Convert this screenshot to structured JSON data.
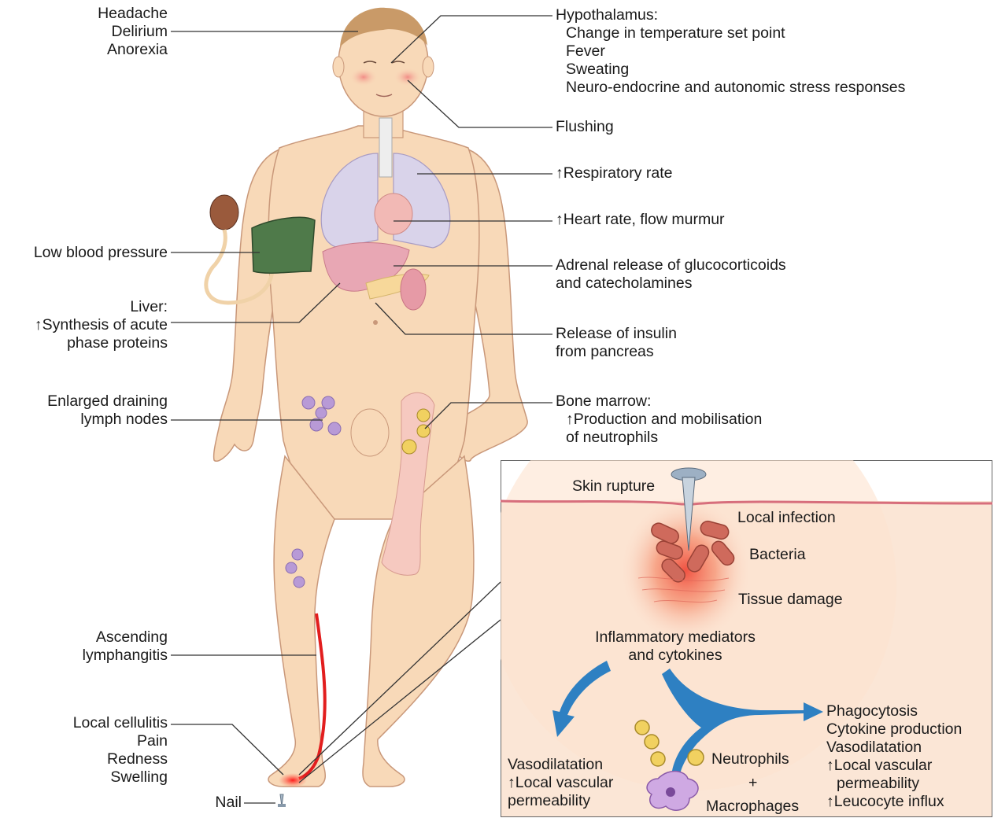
{
  "left_labels": {
    "brain_symptoms": [
      "Headache",
      "Delirium",
      "Anorexia"
    ],
    "blood_pressure": "Low blood pressure",
    "liver": [
      "Liver:",
      "↑Synthesis of acute",
      "phase proteins"
    ],
    "lymph_nodes": [
      "Enlarged draining",
      "lymph nodes"
    ],
    "lymphangitis": [
      "Ascending",
      "lymphangitis"
    ],
    "cellulitis": [
      "Local cellulitis",
      "Pain",
      "Redness",
      "Swelling"
    ],
    "nail": "Nail"
  },
  "right_labels": {
    "hypothalamus": [
      "Hypothalamus:",
      "Change in temperature set point",
      "Fever",
      "Sweating",
      "Neuro-endocrine and autonomic stress responses"
    ],
    "flushing": "Flushing",
    "respiratory": "↑Respiratory rate",
    "heart": "↑Heart rate, flow murmur",
    "adrenal": [
      "Adrenal release of glucocorticoids",
      "and catecholamines"
    ],
    "insulin": [
      "Release of insulin",
      "from pancreas"
    ],
    "bone_marrow": [
      "Bone marrow:",
      "↑Production and mobilisation",
      "of neutrophils"
    ]
  },
  "inset": {
    "skin_rupture": "Skin rupture",
    "local_infection": "Local infection",
    "bacteria": "Bacteria",
    "tissue_damage": "Tissue damage",
    "mediators": [
      "Inflammatory mediators",
      "and cytokines"
    ],
    "left_effects": [
      "Vasodilatation",
      "↑Local vascular",
      "permeability"
    ],
    "right_effects": [
      "Phagocytosis",
      "Cytokine production",
      "Vasodilatation",
      "↑Local vascular",
      "permeability",
      "↑Leucocyte influx"
    ],
    "neutrophils": "Neutrophils",
    "plus": "+",
    "macrophages": "Macrophages"
  },
  "colors": {
    "skin": "#f8d9b8",
    "skin_outline": "#c9987a",
    "lung": "#d9d3ea",
    "liver": "#e8a7b4",
    "cuff": "#4f7a4a",
    "bulb": "#9a5a3c",
    "lymph": "#b89ad6",
    "bone": "#f6c9c0",
    "lymphangitis": "#e21e1e",
    "arrow": "#2e80c2",
    "inset_bg": "#fbe6d6",
    "skin_line": "#d76e7c",
    "bacteria": "#cf6a5c",
    "neutrophil": "#f1d160",
    "macrophage": "#cfa9e3"
  }
}
